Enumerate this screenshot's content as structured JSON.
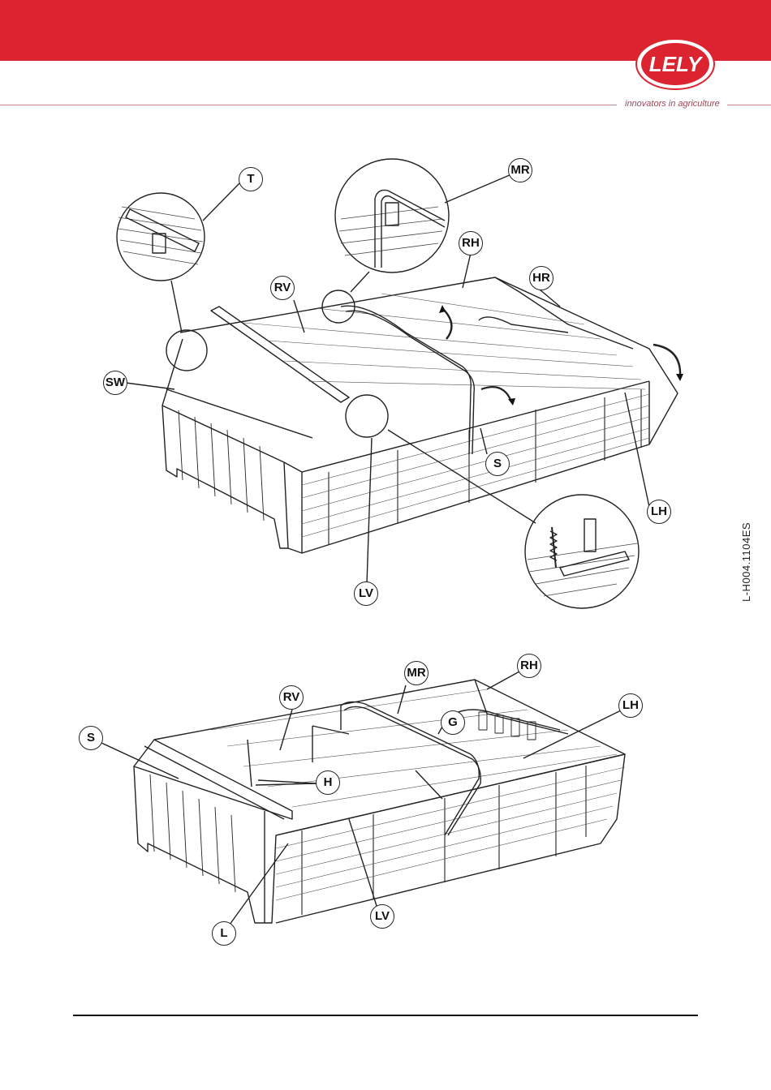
{
  "header": {
    "brand": "LELY",
    "tagline": "innovators in agriculture",
    "band_color": "#dc2430"
  },
  "side_code": "L-H004.1104ES",
  "figure_top": {
    "callouts": {
      "T": "T",
      "MR": "MR",
      "RH": "RH",
      "HR": "HR",
      "RV": "RV",
      "SW": "SW",
      "S": "S",
      "LH": "LH",
      "LV": "LV"
    }
  },
  "figure_bottom": {
    "callouts": {
      "MR": "MR",
      "RH": "RH",
      "RV": "RV",
      "LH": "LH",
      "G": "G",
      "S": "S",
      "H": "H",
      "LV": "LV",
      "L": "L"
    }
  }
}
